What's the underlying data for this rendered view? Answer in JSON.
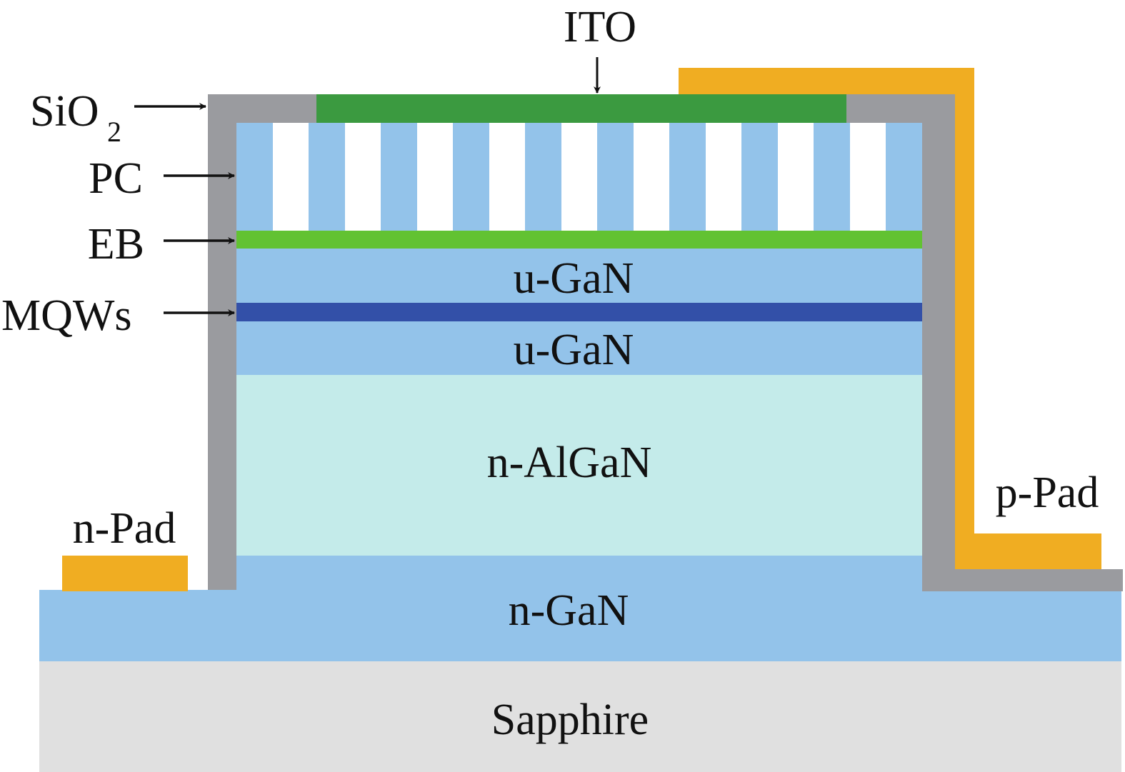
{
  "labels": {
    "ito": "ITO",
    "sio2_main": "SiO",
    "sio2_sub": "2",
    "pc": "PC",
    "eb": "EB",
    "mqws": "MQWs",
    "u_gan_top": "u-GaN",
    "u_gan_bottom": "u-GaN",
    "n_algan": "n-AlGaN",
    "n_gan": "n-GaN",
    "sapphire": "Sapphire",
    "n_pad": "n-Pad",
    "p_pad": "p-Pad"
  },
  "colors": {
    "sio2": "#9a9b9f",
    "ito": "#3b9a40",
    "pad": "#f0ad22",
    "gan": "#93c3ea",
    "eb": "#62c232",
    "mqw": "#3350a8",
    "algan": "#c4ebea",
    "sapphire": "#e0e0e0",
    "arrow": "#111111"
  }
}
